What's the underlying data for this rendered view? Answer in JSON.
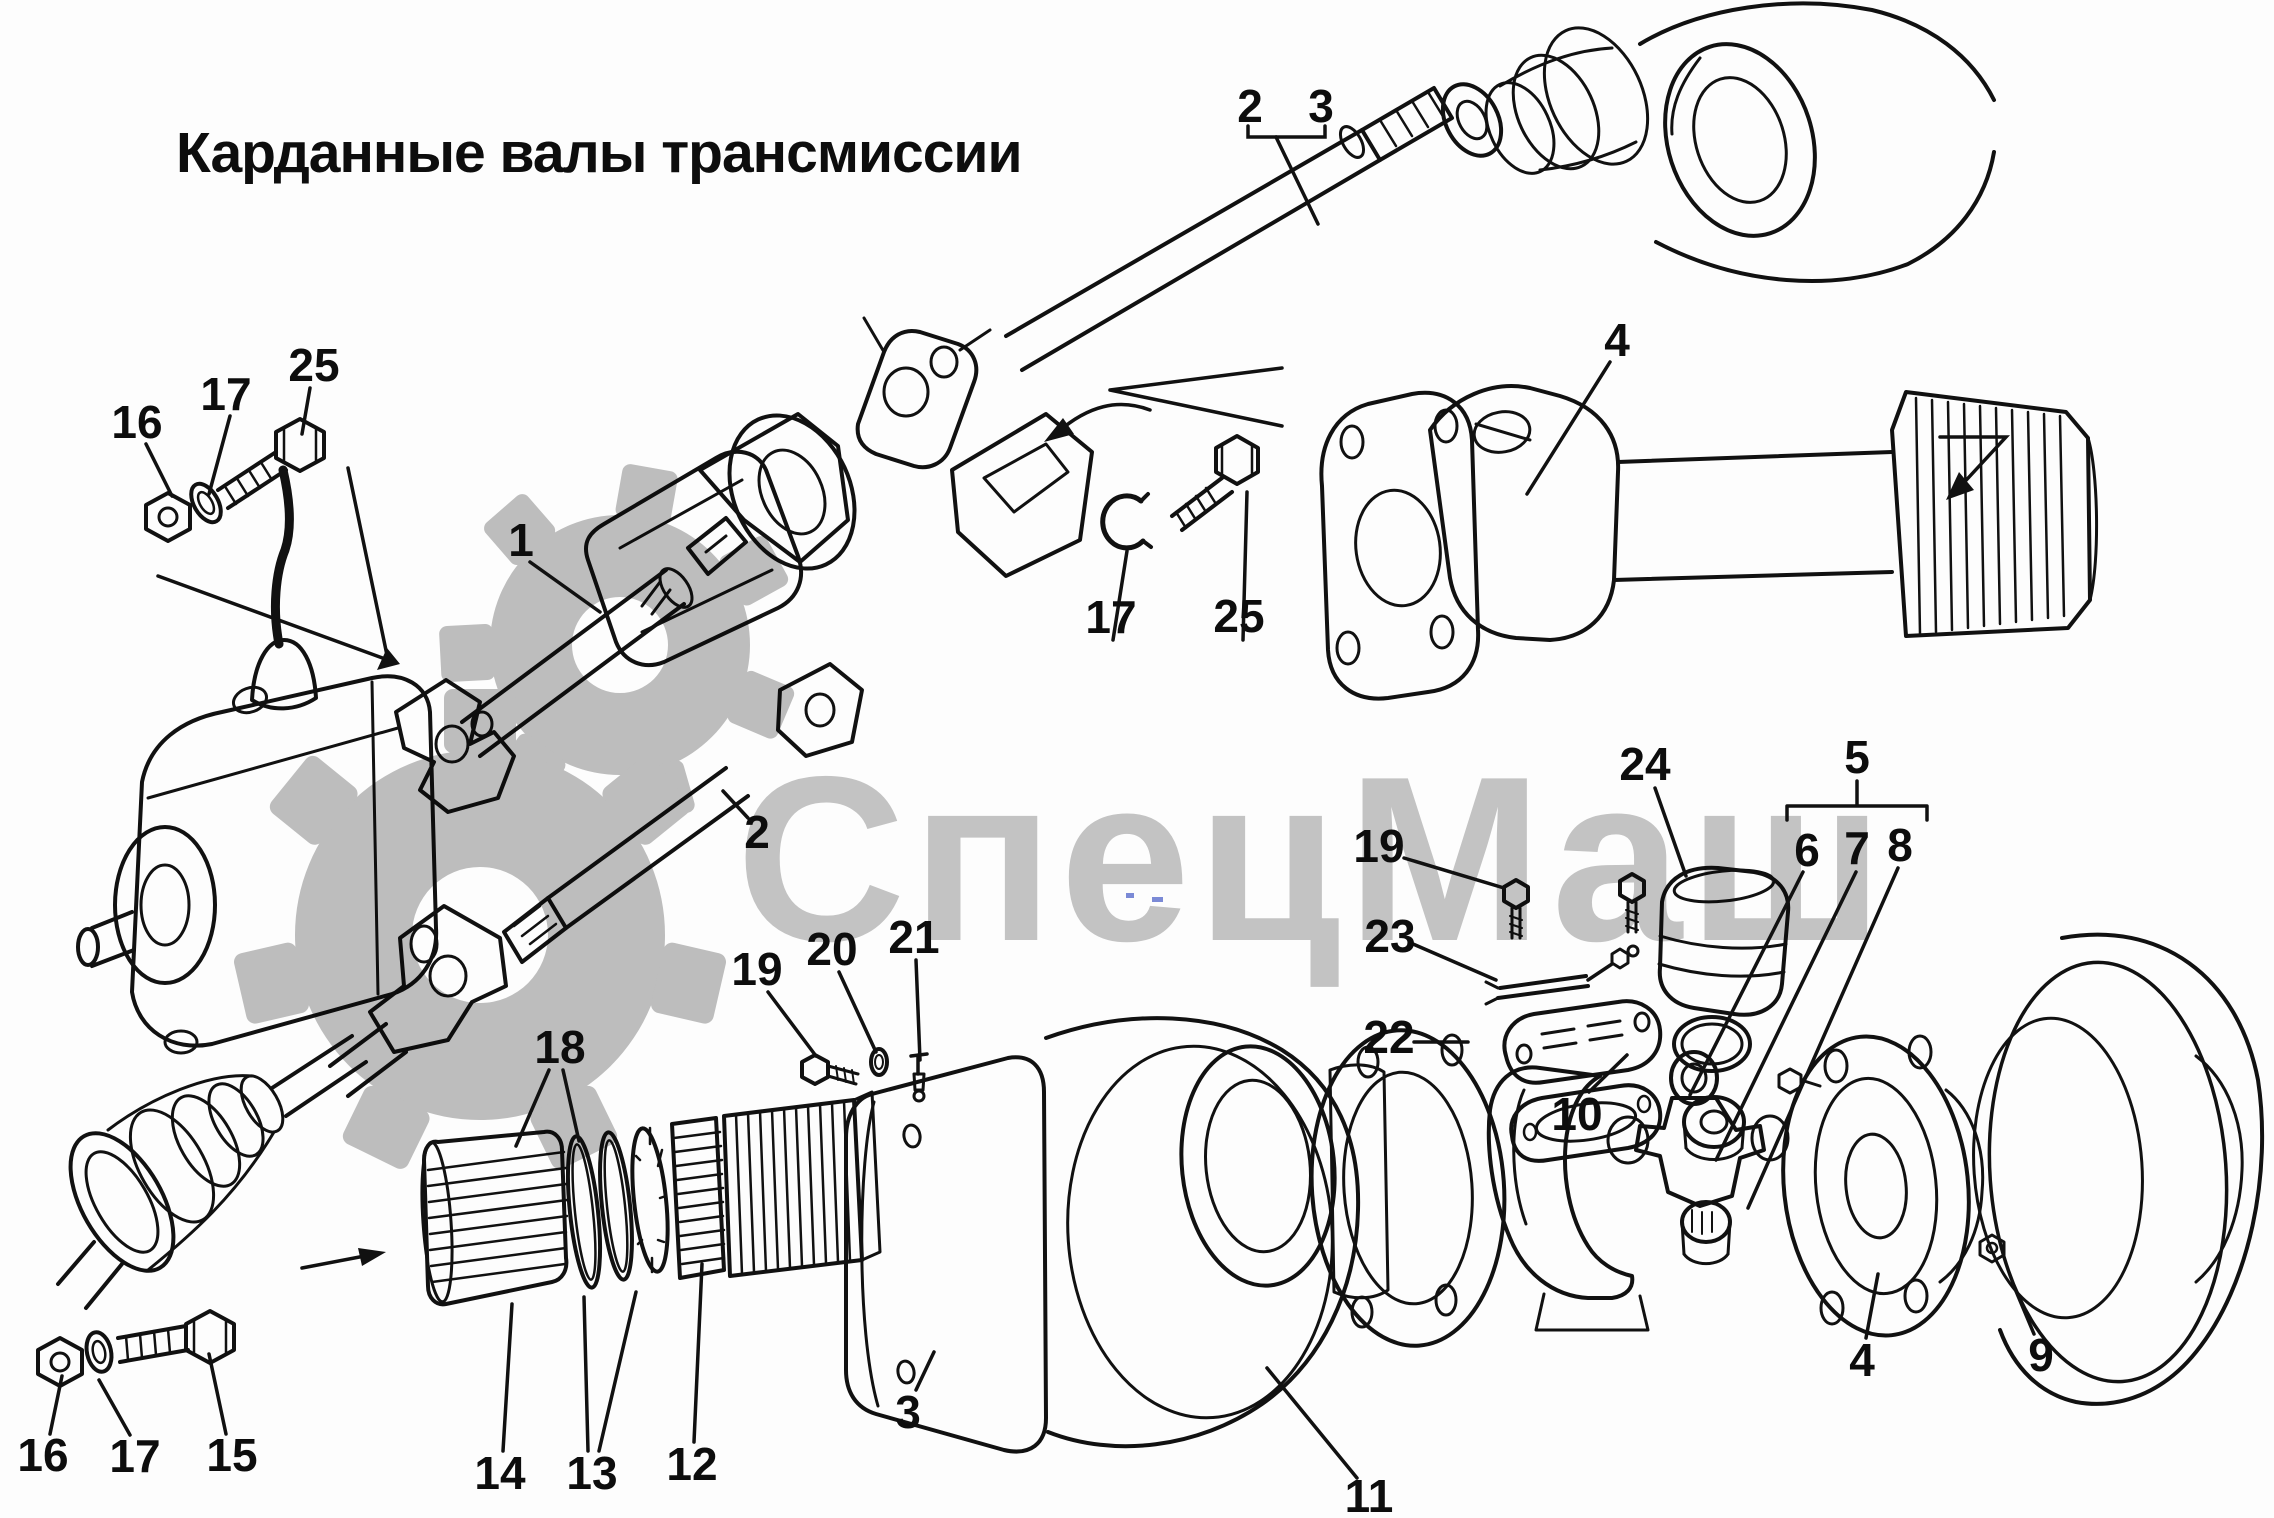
{
  "title": "Карданные валы трансмиссии",
  "watermark": {
    "text": "СпецМаш",
    "color": "#c5c5c5",
    "gear_color": "#bfbfbf"
  },
  "colors": {
    "ink": "#111111",
    "background": "#fdfdfd",
    "speck_blue": "#4f63c8"
  },
  "callouts": [
    {
      "label": "2",
      "part": "propshaft-tube-upper"
    },
    {
      "label": "3",
      "part": "propshaft-slip-yoke-upper"
    },
    {
      "label": "4",
      "part": "flange-yoke-top"
    },
    {
      "label": "16",
      "part": "nut-top-left"
    },
    {
      "label": "17",
      "part": "washer-top-left"
    },
    {
      "label": "25",
      "part": "bolt-top-left"
    },
    {
      "label": "1",
      "part": "intermediate-shaft"
    },
    {
      "label": "17",
      "part": "snap-ring-mid"
    },
    {
      "label": "25",
      "part": "bolt-mid"
    },
    {
      "label": "2",
      "part": "front-shaft-tube"
    },
    {
      "label": "24",
      "part": "protective-boot"
    },
    {
      "label": "5",
      "part": "universal-joint-assembly"
    },
    {
      "label": "6",
      "part": "joint-component-6"
    },
    {
      "label": "7",
      "part": "joint-component-7"
    },
    {
      "label": "8",
      "part": "joint-component-8"
    },
    {
      "label": "19",
      "part": "bolt-right"
    },
    {
      "label": "23",
      "part": "grease-fitting-link"
    },
    {
      "label": "22",
      "part": "cover-plate"
    },
    {
      "label": "19",
      "part": "bolt-lower"
    },
    {
      "label": "20",
      "part": "lock-washer-lower"
    },
    {
      "label": "21",
      "part": "grease-nipple-lower"
    },
    {
      "label": "18",
      "part": "seal-rings"
    },
    {
      "label": "3",
      "part": "slip-yoke-housing"
    },
    {
      "label": "11",
      "part": "bell-housing"
    },
    {
      "label": "14",
      "part": "splined-drum"
    },
    {
      "label": "13",
      "part": "spacer-rings"
    },
    {
      "label": "12",
      "part": "bearing-ring"
    },
    {
      "label": "16",
      "part": "nut-bottom-left"
    },
    {
      "label": "17",
      "part": "washer-bottom-left"
    },
    {
      "label": "15",
      "part": "bolt-bottom-left"
    },
    {
      "label": "10",
      "part": "support-bracket"
    },
    {
      "label": "4",
      "part": "flange-yoke-bottom"
    },
    {
      "label": "9",
      "part": "bell-housing-right"
    }
  ],
  "arrows": [
    {
      "name": "direction-arrow-top-right"
    },
    {
      "name": "direction-arrow-bottom-left"
    },
    {
      "name": "curved-arrow-center"
    },
    {
      "name": "pointer-bolt-kit-top-left"
    },
    {
      "name": "pointer-snap-ring-mid"
    }
  ]
}
